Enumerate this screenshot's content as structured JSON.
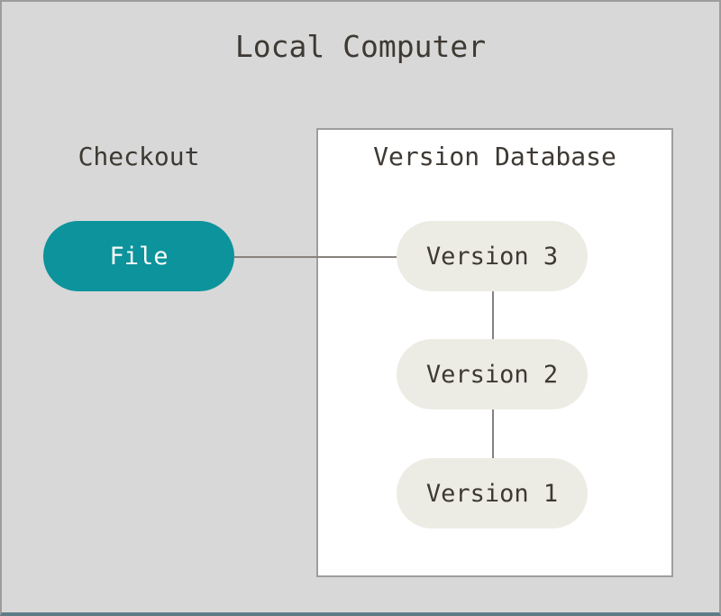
{
  "diagram": {
    "title": "Local Computer",
    "checkout": {
      "label": "Checkout",
      "file_node_label": "File"
    },
    "version_database": {
      "title": "Version Database",
      "nodes": [
        {
          "label": "Version 3"
        },
        {
          "label": "Version 2"
        },
        {
          "label": "Version 1"
        }
      ]
    },
    "colors": {
      "canvas_background": "#d8d8d8",
      "frame_border": "#9c9c9c",
      "frame_bottom_border": "#5e7c86",
      "file_node_fill": "#0d939c",
      "file_node_text": "#fbfbf8",
      "version_node_fill": "#edece4",
      "text": "#3e3933",
      "connector": "#87827d",
      "database_box_fill": "#ffffff",
      "database_box_border": "#9e9e9e"
    }
  }
}
